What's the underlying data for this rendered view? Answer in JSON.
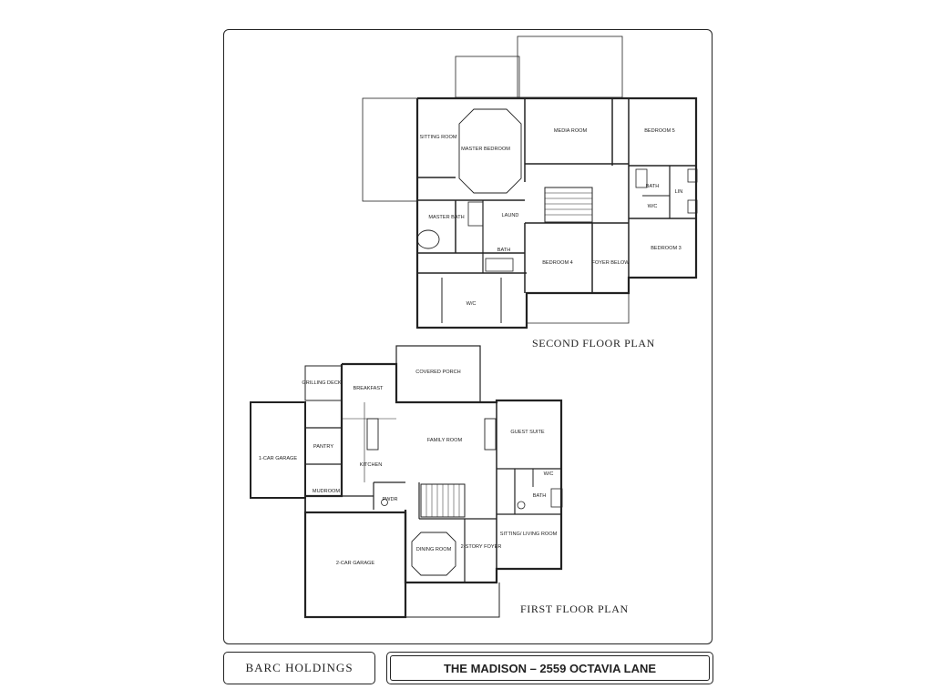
{
  "second_floor": {
    "title": "SECOND FLOOR PLAN",
    "rooms": {
      "sitting_room": "SITTING ROOM",
      "master_bedroom": "MASTER BEDROOM",
      "media_room": "MEDIA ROOM",
      "bedroom_5": "BEDROOM 5",
      "master_bath": "MASTER BATH",
      "laund": "LAUND",
      "bath": "BATH",
      "bedroom_4": "BEDROOM 4",
      "foyer_below": "FOYER BELOW",
      "bedroom_3": "BEDROOM 3",
      "bath_2": "BATH",
      "wic_small": "W/C",
      "wic": "W/C",
      "linen": "LIN"
    }
  },
  "first_floor": {
    "title": "FIRST FLOOR PLAN",
    "rooms": {
      "grilling_deck": "GRILLING DECK",
      "breakfast": "BREAKFAST",
      "covered_porch": "COVERED PORCH",
      "one_car_garage": "1-CAR GARAGE",
      "pantry": "PANTRY",
      "kitchen": "KITCHEN",
      "family_room": "FAMILY ROOM",
      "guest_suite": "GUEST SUITE",
      "wic": "W/C",
      "mudroom": "MUDROOM",
      "pwdr": "PWDR",
      "bath": "BATH",
      "two_car_garage": "2-CAR GARAGE",
      "dining_room": "DINING ROOM",
      "two_story_foyer": "2-STORY FOYER",
      "sitting_living_room": "SITTING/ LIVING ROOM"
    }
  },
  "footer": {
    "company": "BARC HOLDINGS",
    "property": "THE MADISON – 2559 OCTAVIA LANE"
  }
}
